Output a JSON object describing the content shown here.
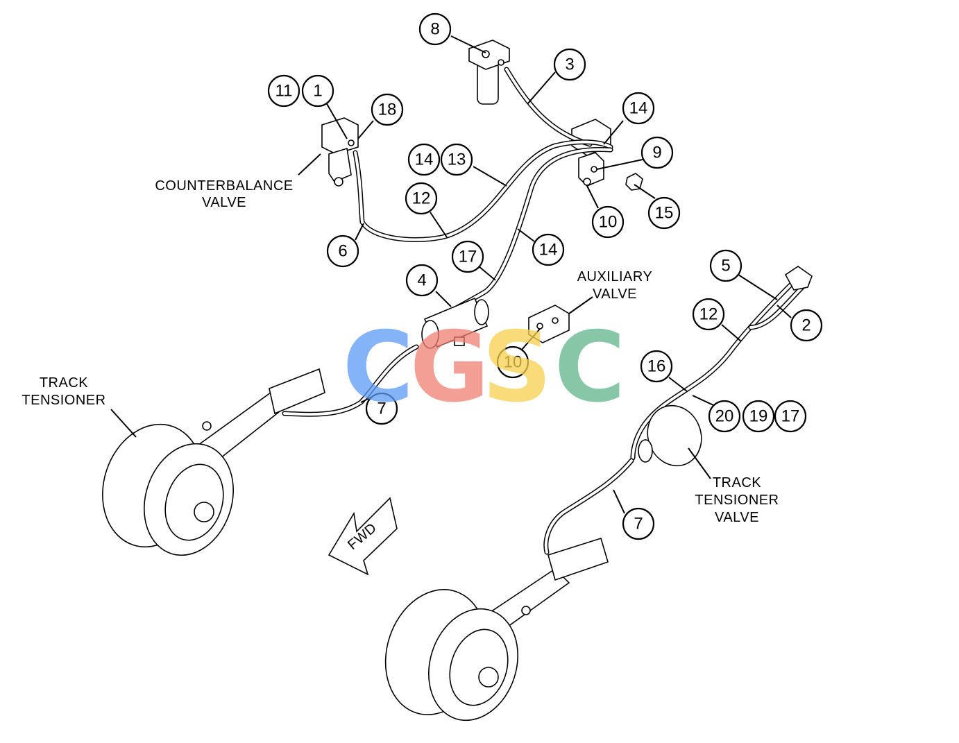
{
  "labels": {
    "counterbalance_line1": "COUNTERBALANCE",
    "counterbalance_line2": "VALVE",
    "auxiliary_line1": "AUXILIARY",
    "auxiliary_line2": "VALVE",
    "track_tensioner_line1": "TRACK",
    "track_tensioner_line2": "TENSIONER",
    "ttv_line1": "TRACK",
    "ttv_line2": "TENSIONER",
    "ttv_line3": "VALVE",
    "fwd": "FWD"
  },
  "callouts": [
    "8",
    "3",
    "11",
    "1",
    "18",
    "14",
    "9",
    "14",
    "13",
    "12",
    "10",
    "15",
    "6",
    "17",
    "14",
    "4",
    "5",
    "12",
    "2",
    "10",
    "16",
    "20",
    "19",
    "17",
    "7",
    "7"
  ],
  "watermark": {
    "letters": [
      "C",
      "G",
      "S",
      "C"
    ],
    "colors": [
      "#5b9cf5",
      "#f07f74",
      "#f7d04d",
      "#5fb58a"
    ]
  }
}
